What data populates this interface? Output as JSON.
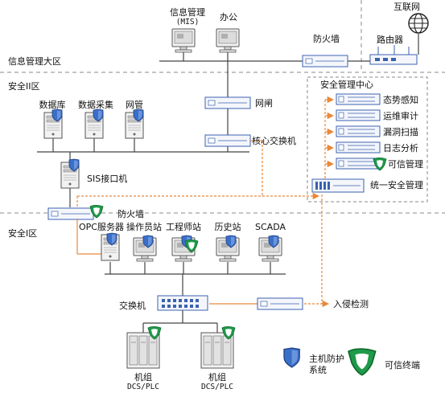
{
  "zones": {
    "management": "信息管理大区",
    "safety2": "安全II区",
    "safety1": "安全I区",
    "internet": "互联网"
  },
  "top": {
    "mis_line1": "信息管理",
    "mis_line2": "(MIS)",
    "office": "办公",
    "firewall": "防火墙",
    "router": "路由器"
  },
  "z2": {
    "database": "数据库",
    "data_collection": "数据采集",
    "web_admin": "网管",
    "gateway": "网闸",
    "core_switch": "核心交换机",
    "sis": "SIS接口机"
  },
  "center": {
    "title": "安全管理中心",
    "items": [
      "态势感知",
      "运维审计",
      "漏洞扫描",
      "日志分析",
      "可信管理"
    ],
    "unified": "统一安全管理"
  },
  "z1": {
    "firewall": "防火墙",
    "opc": "OPC服务器",
    "operator": "操作员站",
    "engineer": "工程师站",
    "history": "历史站",
    "scada": "SCADA",
    "switch": "交换机",
    "ids": "入侵检测",
    "unit1_line1": "机组",
    "unit1_line2": "DCS/PLC",
    "unit2_line1": "机组",
    "unit2_line2": "DCS/PLC"
  },
  "legend": {
    "host_line1": "主机防护",
    "host_line2": "系统",
    "trusted": "可信终端"
  },
  "colors": {
    "orange": "#e8893a",
    "shield_blue": "#3a6fc9",
    "shield_green": "#1f9a4a",
    "device_blue": "#3b62b0",
    "line": "#444444",
    "dash": "#888888"
  }
}
